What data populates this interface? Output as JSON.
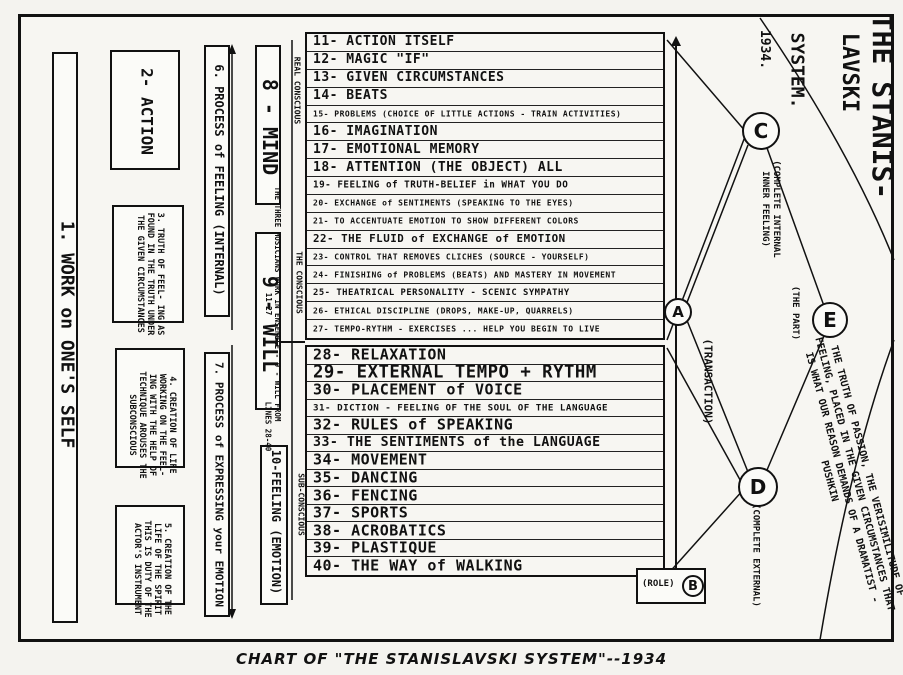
{
  "title": {
    "line1": "THE STANIS-",
    "line2": "LAVSKI",
    "line3": "SYSTEM.",
    "year": "1934."
  },
  "left_column": {
    "work": "1. WORK on ONE'S SELF",
    "action": "2- ACTION",
    "truth_of_feeling": "3. TRUTH OF FEEL- ING AS FOUND IN THE TRUTH UNDER THE GIVEN CIRCUMSTANCES",
    "creation_subconscious": "4. CREATION OF LIFE WORKING ON THE FEEL- ING WITH THE HELP OF TECHNIQUE AROUSES THE SUBCONSCIOUS",
    "creation_spirit": "5. CREATION OF THE LIFE OF THE SPIRIT THIS IS DUTY OF THE ACTOR'S INSTRUMENT"
  },
  "middle_column": {
    "process_feeling": "6. PROCESS of FEELING (INTERNAL)",
    "process_expressing": "7. PROCESS of EXPRESSING your EMOTION",
    "mind": "8 - MIND",
    "will": "9 - WILL",
    "feeling": "10-FEELING (EMOTION)",
    "mind_note": "REAL CONSCIOUS",
    "will_note": "THE CONSCIOUS",
    "feeling_note": "SUB-CONSCIOUS",
    "musicians_note": "THE THREE MUSICIANS WORK IN ENSEMBLE - 9 - WILL FROM 11-27",
    "lines_note": "LINES 28-40"
  },
  "upper_list": [
    "11- ACTION ITSELF",
    "12- MAGIC \"IF\"",
    "13- GIVEN CIRCUMSTANCES",
    "14- BEATS",
    "15- PROBLEMS (CHOICE OF LITTLE ACTIONS - TRAIN ACTIVITIES)",
    "16- IMAGINATION",
    "17- EMOTIONAL MEMORY",
    "18- ATTENTION (THE OBJECT) ALL",
    "19- FEELING of TRUTH-BELIEF in WHAT YOU DO",
    "20- EXCHANGE of SENTIMENTS (SPEAKING TO THE EYES)",
    "21- TO ACCENTUATE EMOTION TO SHOW DIFFERENT COLORS",
    "22- THE FLUID of EXCHANGE of EMOTION",
    "23- CONTROL THAT REMOVES CLICHES (SOURCE - YOURSELF)",
    "24- FINISHING of PROBLEMS (BEATS) AND MASTERY IN MOVEMENT",
    "25- THEATRICAL PERSONALITY - SCENIC SYMPATHY",
    "26- ETHICAL DISCIPLINE (DROPS, MAKE-UP, QUARRELS)",
    "27- TEMPO-RYTHM - EXERCISES ... HELP YOU BEGIN TO LIVE"
  ],
  "lower_list": [
    "28- RELAXATION",
    "29- EXTERNAL TEMPO + RYTHM",
    "30- PLACEMENT of VOICE",
    "31- DICTION - FEELING OF THE SOUL OF THE LANGUAGE",
    "32- RULES of SPEAKING",
    "33- THE SENTIMENTS of the LANGUAGE",
    "34- MOVEMENT",
    "35- DANCING",
    "36- FENCING",
    "37- SPORTS",
    "38- ACROBATICS",
    "39- PLASTIQUE",
    "40- THE WAY of WALKING"
  ],
  "nodes": {
    "c": {
      "letter": "C",
      "label": "(COMPLETE INTERNAL INNER FEELING)"
    },
    "a": {
      "letter": "A",
      "label": "(TRANSACTION)"
    },
    "e": {
      "letter": "E",
      "label": "(THE PART)"
    },
    "d": {
      "letter": "D",
      "label": "(COMPLETE EXTERNAL)"
    },
    "b": {
      "letter": "B",
      "label": "(ROLE)"
    }
  },
  "truth_note": "THE TRUTH OF PASSION, THE VERISIMILITUDE OF FEELING, PLACED IN THE GIVEN CIRCUMSTANCES THAT IS WHAT OUR REASON DEMANDS OF A DRAMATIST - PUSHKIN",
  "caption": "CHART OF \"THE STANISLAVSKI SYSTEM\"--1934"
}
